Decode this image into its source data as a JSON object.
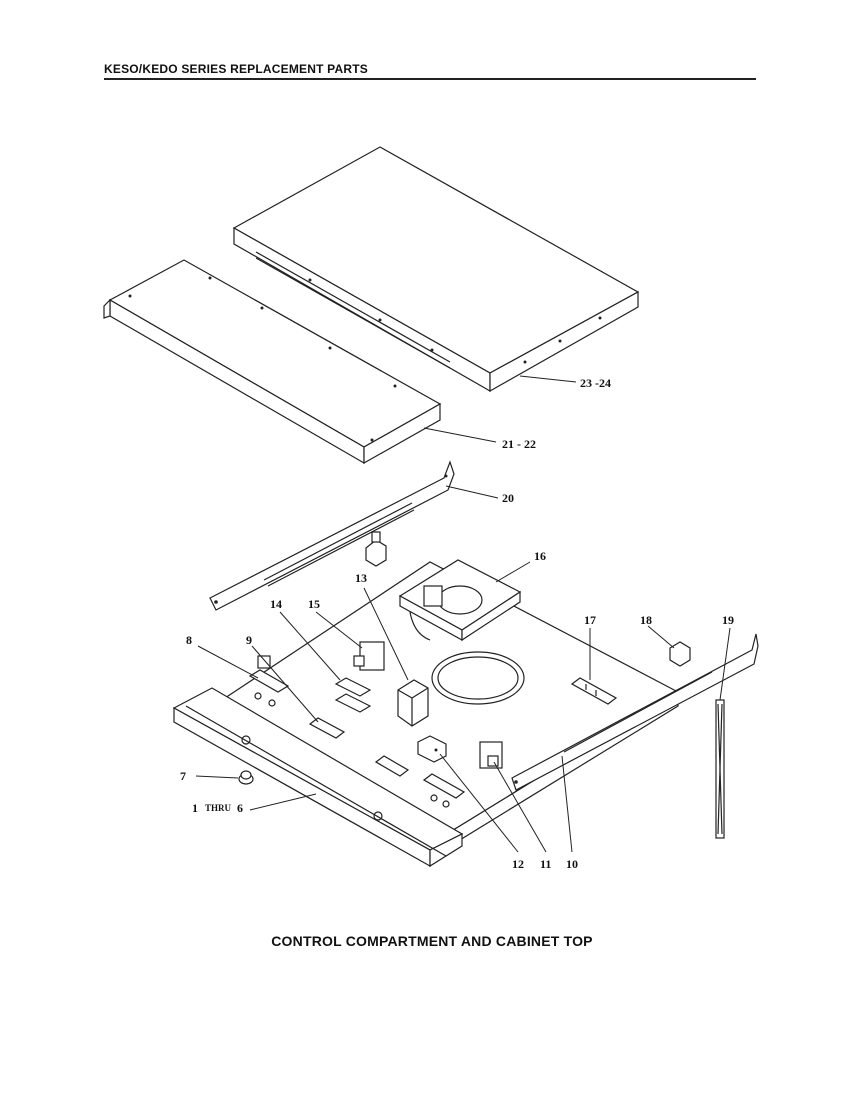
{
  "header": {
    "title": "KESO/KEDO SERIES REPLACEMENT PARTS"
  },
  "caption": "CONTROL COMPARTMENT AND CABINET TOP",
  "callouts": {
    "c23_24": "23 -24",
    "c21_22": "21 - 22",
    "c20": "20",
    "c16": "16",
    "c13": "13",
    "c14": "14",
    "c15": "15",
    "c17": "17",
    "c18": "18",
    "c19": "19",
    "c8": "8",
    "c9": "9",
    "c7": "7",
    "c1": "1",
    "thru": "THRU",
    "c6": "6",
    "c12": "12",
    "c11": "11",
    "c10": "10"
  }
}
